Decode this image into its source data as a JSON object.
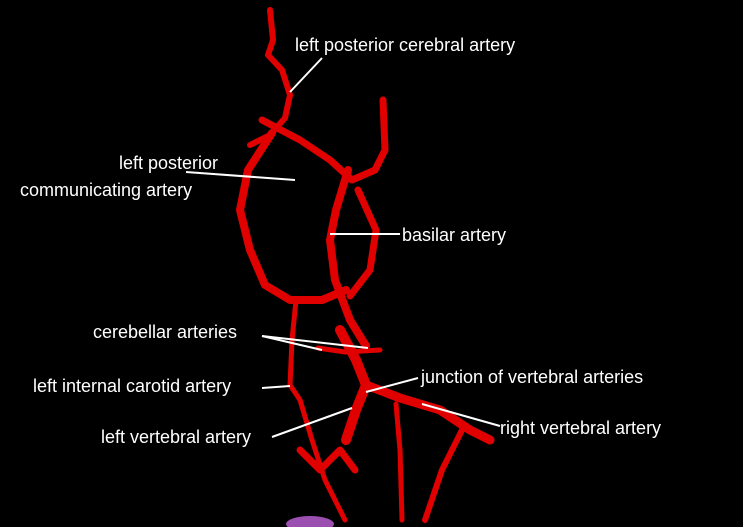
{
  "colors": {
    "vessel": "#e00000",
    "vessel_dark": "#8a0000",
    "background": "#000000",
    "label": "#ffffff",
    "blob": "#9b4fb0"
  },
  "labels": {
    "lpca": "left posterior cerebral artery",
    "lpcom_line1": "left posterior",
    "lpcom_line2": "communicating artery",
    "basilar": "basilar artery",
    "cerebellar": "cerebellar arteries",
    "lica": "left internal carotid artery",
    "junction": "junction of vertebral arteries",
    "lva": "left vertebral artery",
    "rva": "right vertebral artery"
  }
}
